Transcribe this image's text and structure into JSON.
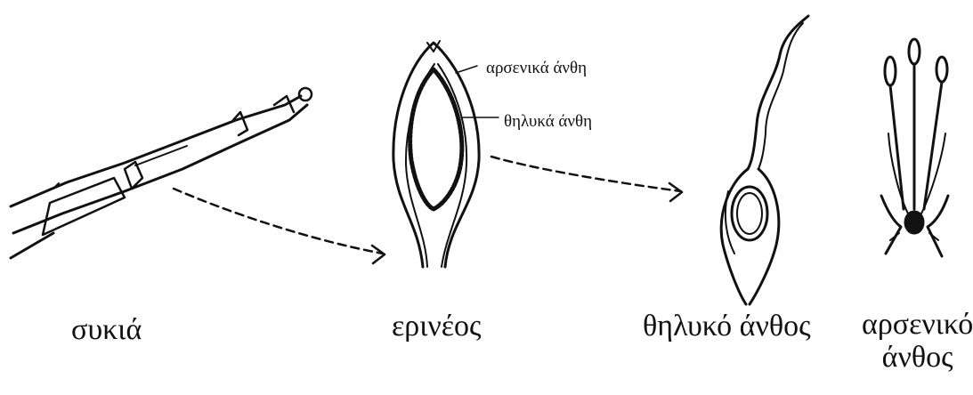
{
  "captions": {
    "fig_tree": "συκιά",
    "caprifig": "ερινέος",
    "female_flower": "θηλυκό άνθος",
    "male_flower_line1": "αρσενικό",
    "male_flower_line2": "άνθος"
  },
  "callouts": {
    "male_flowers": "αρσενικά άνθη",
    "female_flowers": "θηλυκά άνθη"
  },
  "colors": {
    "ink": "#111111",
    "background": "#ffffff"
  }
}
